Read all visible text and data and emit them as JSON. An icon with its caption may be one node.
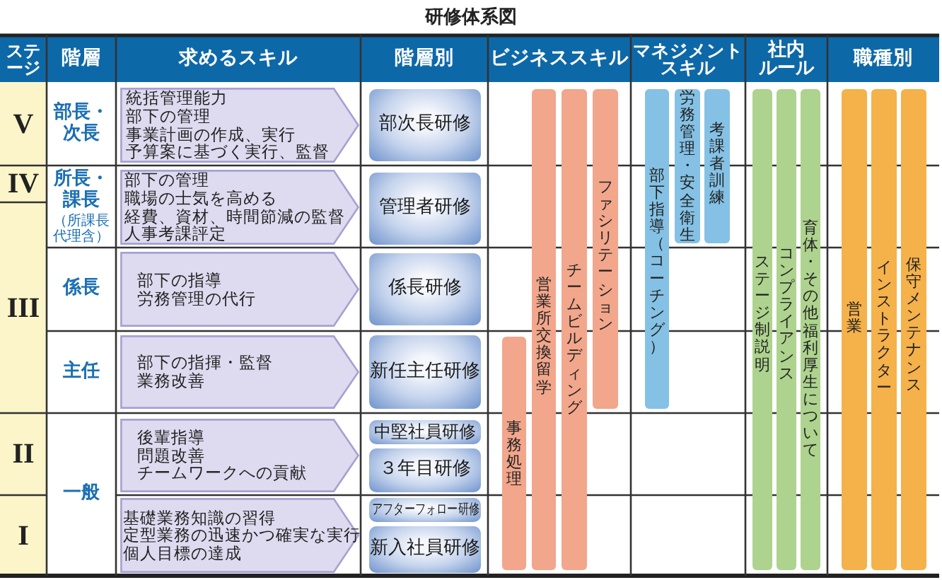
{
  "diagram": {
    "title": "研修体系図",
    "nodes": [
      {
        "text": [
          "統括管理能力",
          "部下の管理",
          "事業計画の作成、実行",
          "予算案に基づく実行、監督"
        ]
      },
      {
        "text": [
          "部次長研修"
        ]
      },
      {
        "text": [
          "部下の管理",
          "職場の士気を高める",
          "経費、資材、時間節減の監督",
          "人事考課評定"
        ]
      },
      {
        "text": [
          "管理者研修"
        ]
      },
      {
        "text": [
          "部下の指導",
          "労務管理の代行"
        ]
      },
      {
        "text": [
          "係長研修"
        ]
      },
      {
        "text": [
          "部下の指揮・監督",
          "業務改善"
        ]
      },
      {
        "text": [
          "新任主任研修"
        ]
      },
      {
        "text": [
          "後輩指導",
          "問題改善",
          "チームワークへの貢献"
        ]
      },
      {
        "text": [
          "中堅社員研修"
        ]
      },
      {
        "text": [
          "３年目研修"
        ]
      },
      {
        "text": [
          "基礎業務知識の習得",
          "定型業務の迅速かつ確実な実行",
          "個人目標の達成"
        ]
      },
      {
        "text": [
          "アフターフォロー研修"
        ]
      },
      {
        "text": [
          "新入社員研修"
        ]
      },
      {
        "text": [
          "事務処理"
        ]
      },
      {
        "text": [
          "営業所交換留学"
        ]
      },
      {
        "text": [
          "チームビルディング"
        ]
      },
      {
        "text": [
          "ファシリテーション"
        ]
      },
      {
        "text": [
          "部下指導（コーチング）"
        ]
      },
      {
        "text": [
          "労務管理・安全衛生"
        ]
      },
      {
        "text": [
          "考課者訓練"
        ]
      },
      {
        "text": [
          "ステージ制説明"
        ]
      },
      {
        "text": [
          "コンプライアンス"
        ]
      },
      {
        "text": [
          "育体・その他福利厚生について"
        ]
      },
      {
        "text": [
          "営業"
        ]
      },
      {
        "text": [
          "インストラクター"
        ]
      },
      {
        "text": [
          "保守メンテナンス"
        ]
      }
    ],
    "labels": [
      "ステージ",
      "階層",
      "求めるスキル",
      "階層別",
      "ビジネススキル",
      "マネジメントスキル",
      "社内ルール",
      "職種別",
      "V",
      "部長・次長",
      "IV",
      "所長・課長",
      "（所課長代理含）",
      "III",
      "係長",
      "主任",
      "II",
      "一般",
      "I"
    ]
  }
}
